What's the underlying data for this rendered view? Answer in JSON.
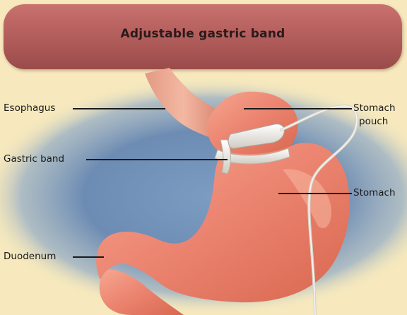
{
  "title": "Adjustable gastric band",
  "labels": {
    "esophagus": "Esophagus",
    "gastric_band": "Gastric band",
    "duodenum": "Duodenum",
    "stomach_pouch_line1": "Stomach",
    "stomach_pouch_line2": "pouch",
    "stomach": "Stomach"
  },
  "colors": {
    "background": "#f7e9bd",
    "banner": "#b05c5a",
    "backdrop": "#6f8fb4",
    "organ": "#ec8672",
    "band": "#eceae4"
  }
}
